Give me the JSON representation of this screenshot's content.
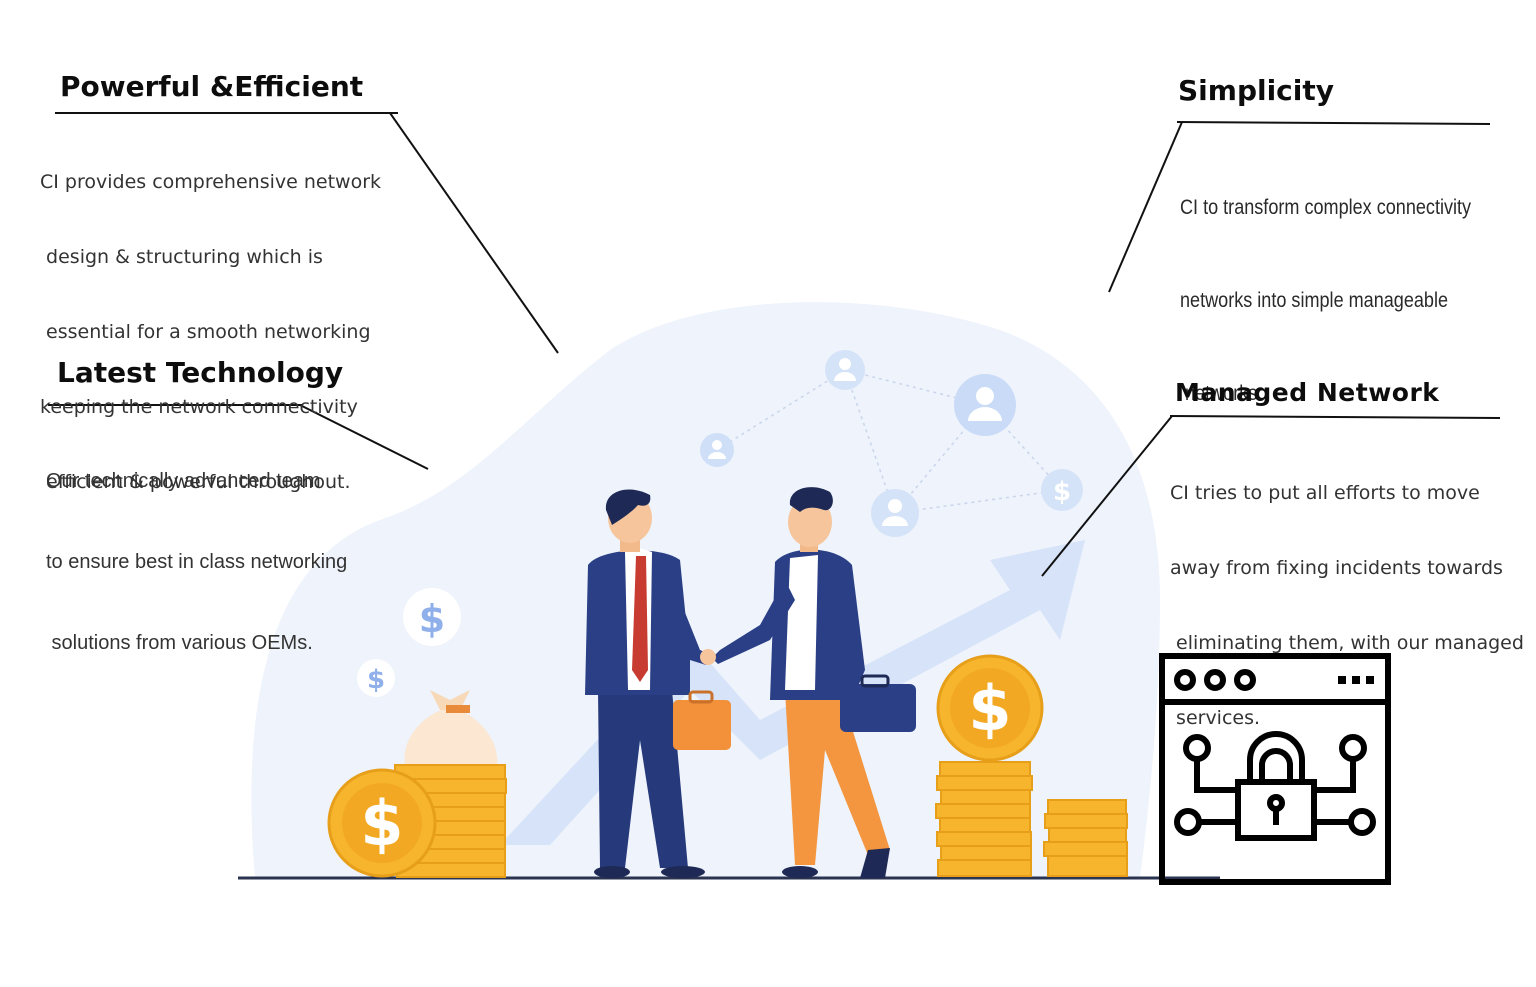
{
  "sections": [
    {
      "id": "powerful",
      "title": "Powerful &Efficient",
      "lines": [
        "CI provides comprehensive network",
        " design & structuring which is",
        " essential for a smooth networking",
        "keeping the network connectivity",
        " efficient & powerful throughout."
      ]
    },
    {
      "id": "simplicity",
      "title": "Simplicity",
      "lines": [
        "CI to transform complex connectivity",
        "networks into simple manageable",
        " networks"
      ]
    },
    {
      "id": "latest",
      "title": "Latest Technology",
      "lines": [
        "Our technically advanced team",
        "to ensure best in class networking",
        " solutions from various OEMs."
      ]
    },
    {
      "id": "managed",
      "title": "Managed Network",
      "lines": [
        "CI tries to put all efforts to move",
        "away from fixing incidents towards",
        " eliminating them, with our managed",
        " services."
      ]
    }
  ],
  "coin_symbol": "$",
  "colors": {
    "blob": "#eef3fc",
    "navy": "#2a3f86",
    "orange": "#f39a3c",
    "coin": "#f6b52c",
    "coin_dark": "#e79f1a",
    "arrow": "#d6e3f8",
    "network_node": "#c9dbf6"
  }
}
